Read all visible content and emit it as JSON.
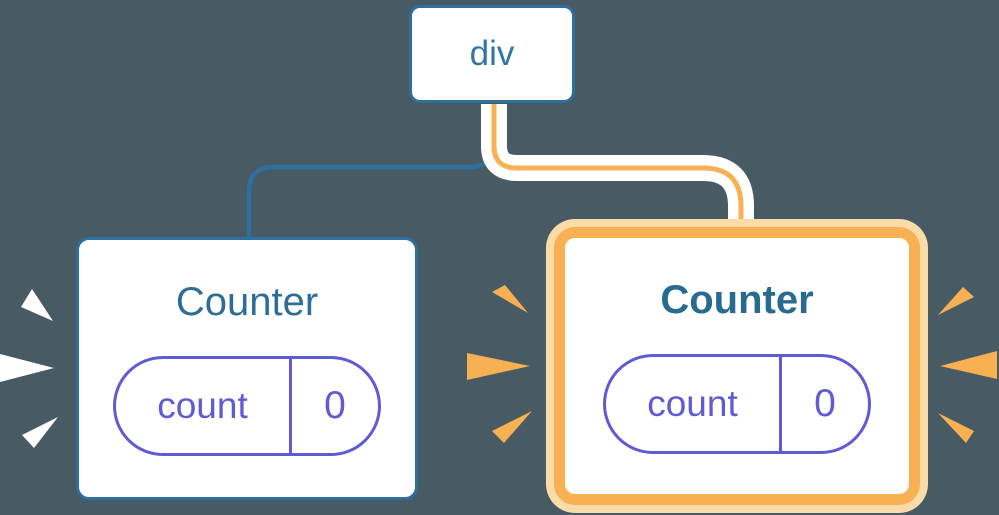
{
  "root_node": {
    "label": "div"
  },
  "left_counter": {
    "title": "Counter",
    "state_key": "count",
    "state_value": "0",
    "highlighted": false
  },
  "right_counter": {
    "title": "Counter",
    "state_key": "count",
    "state_value": "0",
    "highlighted": true
  },
  "colors": {
    "background": "#485a64",
    "node_blue": "#2e6f9e",
    "title_blue": "#2d6e96",
    "title_blue_bold": "#296a90",
    "highlight_orange": "#f7b152",
    "highlight_pale_orange": "#fbdca9",
    "state_purple": "#5f5bd4",
    "card_white": "#ffffff"
  },
  "icons": {
    "left_bursts": "white-poof-wedges",
    "right_bursts": "orange-spark-wedges"
  }
}
